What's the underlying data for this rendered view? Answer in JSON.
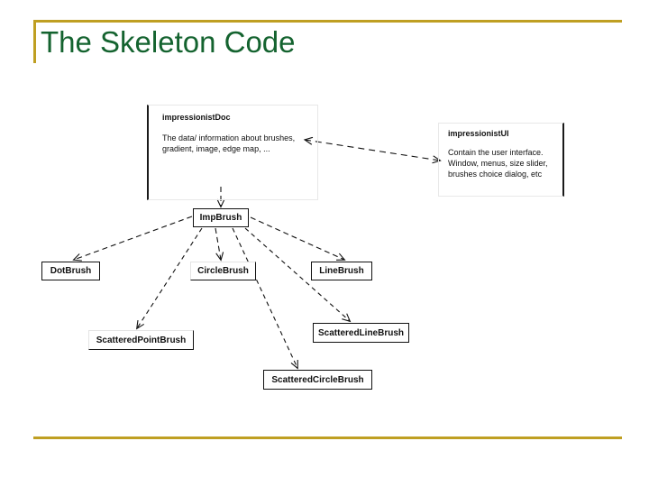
{
  "slide": {
    "title": "The Skeleton Code",
    "title_color": "#14632f",
    "rule_color": "#bf9f22",
    "background": "#ffffff"
  },
  "diagram": {
    "type": "uml-class-diagram",
    "notes": [
      {
        "id": "impressionistDoc",
        "title": "impressionistDoc",
        "lines": [
          "The data/ information about brushes,",
          "gradient, image, edge map, ..."
        ]
      },
      {
        "id": "impressionistUI",
        "title": "impressionistUI",
        "lines": [
          "Contain the user interface.",
          "Window, menus, size slider,",
          "brushes choice dialog, etc"
        ]
      }
    ],
    "classes": [
      {
        "id": "ImpBrush",
        "label": "ImpBrush"
      },
      {
        "id": "DotBrush",
        "label": "DotBrush"
      },
      {
        "id": "CircleBrush",
        "label": "CircleBrush"
      },
      {
        "id": "LineBrush",
        "label": "LineBrush"
      },
      {
        "id": "ScatteredPointBrush",
        "label": "ScatteredPointBrush"
      },
      {
        "id": "ScatteredLineBrush",
        "label": "ScatteredLineBrush"
      },
      {
        "id": "ScatteredCircleBrush",
        "label": "ScatteredCircleBrush"
      }
    ],
    "connections": [
      {
        "from": "impressionistUI",
        "to": "impressionistDoc",
        "style": "dashed",
        "arrows": "both"
      },
      {
        "from": "impressionistDoc",
        "to": "ImpBrush",
        "style": "dashed",
        "arrows": "to"
      },
      {
        "from": "ImpBrush",
        "to": "DotBrush",
        "style": "dashed",
        "arrows": "to"
      },
      {
        "from": "ImpBrush",
        "to": "CircleBrush",
        "style": "dashed",
        "arrows": "to"
      },
      {
        "from": "ImpBrush",
        "to": "LineBrush",
        "style": "dashed",
        "arrows": "to"
      },
      {
        "from": "ImpBrush",
        "to": "ScatteredPointBrush",
        "style": "dashed",
        "arrows": "to"
      },
      {
        "from": "ImpBrush",
        "to": "ScatteredLineBrush",
        "style": "dashed",
        "arrows": "to"
      },
      {
        "from": "ImpBrush",
        "to": "ScatteredCircleBrush",
        "style": "dashed",
        "arrows": "to"
      }
    ]
  }
}
